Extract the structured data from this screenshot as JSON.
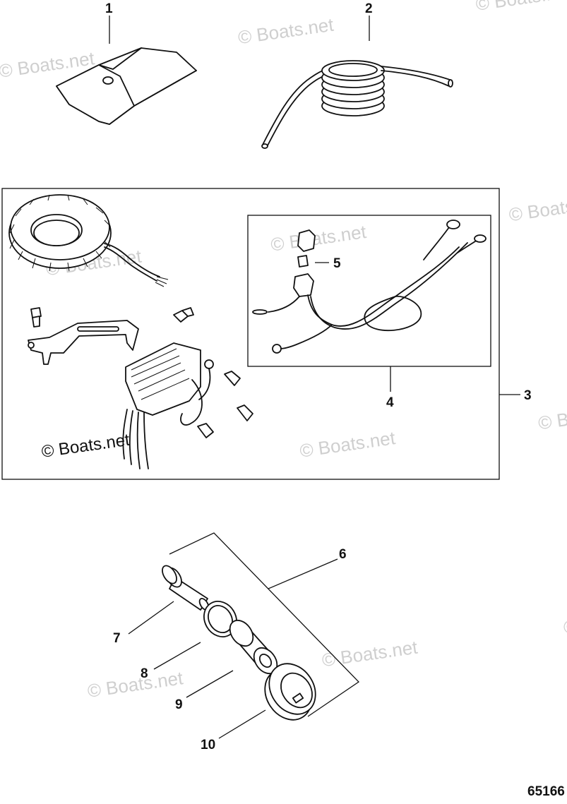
{
  "watermark": {
    "text": "© Boats.net",
    "plain_text": "© Boats.net"
  },
  "callouts": {
    "c1": "1",
    "c2": "2",
    "c3": "3",
    "c4": "4",
    "c5": "5",
    "c6": "6",
    "c7": "7",
    "c8": "8",
    "c9": "9",
    "c10": "10"
  },
  "figure_number": "65166"
}
